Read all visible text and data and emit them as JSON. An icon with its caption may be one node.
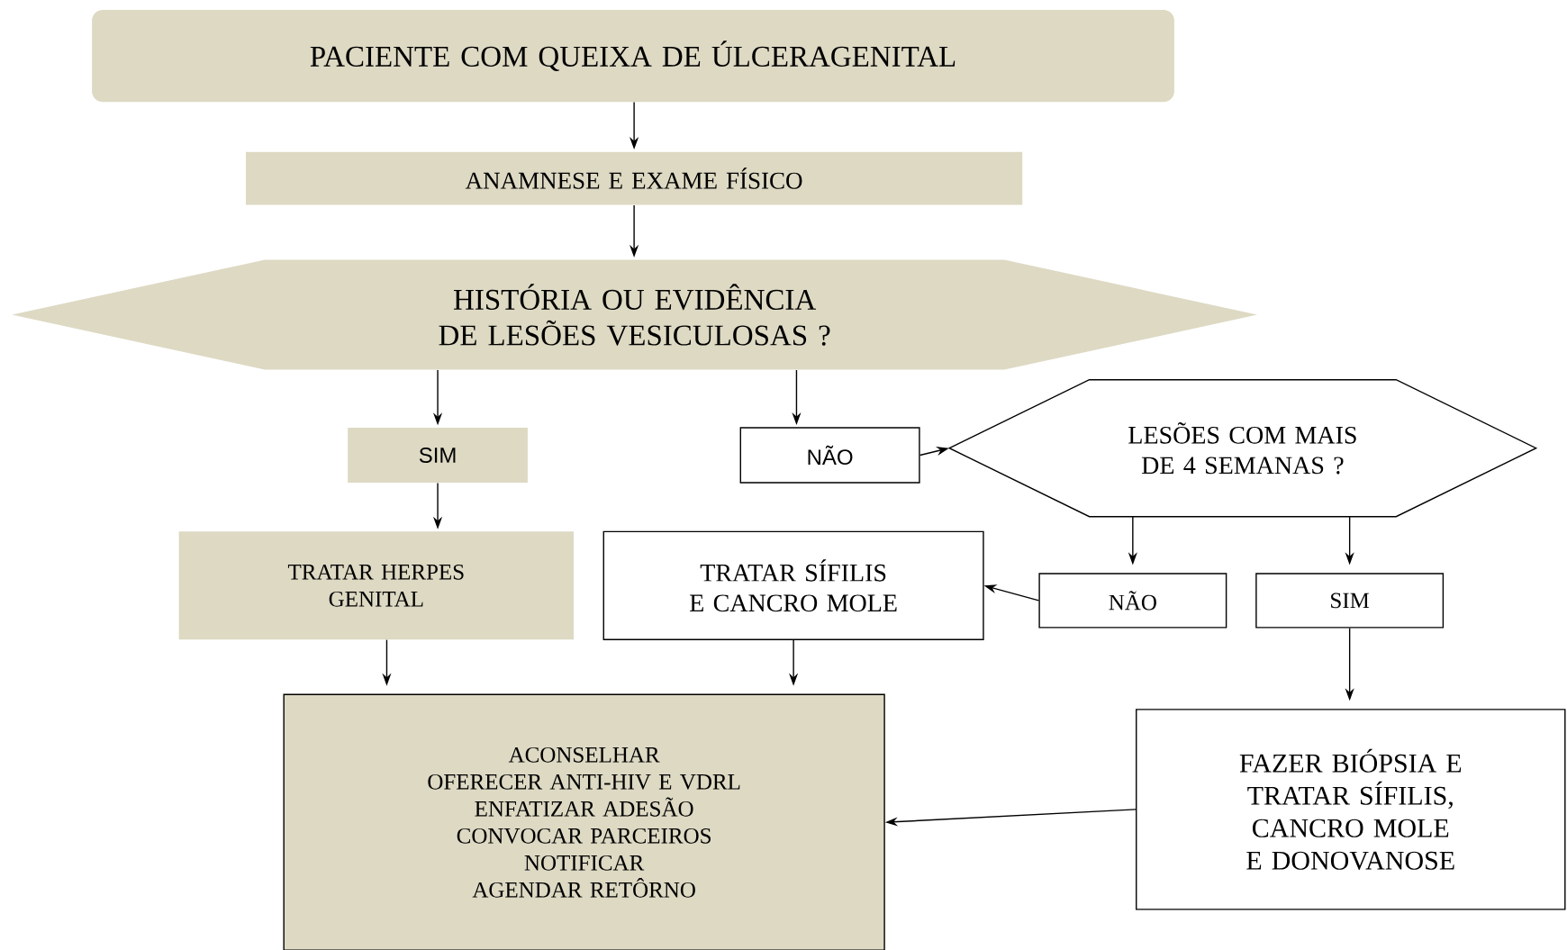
{
  "diagram": {
    "nodes": [
      {
        "text": [
          "PACIENTE COM QUEIXA DE ÚLCERAGENITAL"
        ]
      },
      {
        "text": [
          "ANAMNESE E EXAME FÍSICO"
        ]
      },
      {
        "text": [
          "HISTÓRIA OU EVIDÊNCIA DE LESÕES VESICULOSAS ?"
        ]
      },
      {
        "text": [
          "SIM"
        ]
      },
      {
        "text": [
          "NÃO"
        ]
      },
      {
        "text": [
          "LESÕES COM MAIS DE 4 SEMANAS ?"
        ]
      },
      {
        "text": [
          "TRATAR HERPES GENITAL"
        ]
      },
      {
        "text": [
          "TRATAR SÍFILIS E CANCRO MOLE"
        ]
      },
      {
        "text": [
          "NÃO"
        ]
      },
      {
        "text": [
          "SIM"
        ]
      },
      {
        "text": [
          "ACONSELHAR",
          "OFERECER ANTI-HIV E VDRL",
          "ENFATIZAR ADESÃO",
          "CONVOCAR PARCEIROS",
          "NOTIFICAR",
          "AGENDAR RETÔRNO"
        ]
      },
      {
        "text": [
          "FAZER BIÓPSIA E TRATAR SÍFILIS, CANCRO MOLE E DONOVANOSE"
        ]
      }
    ],
    "edges": [
      {
        "from": 0,
        "to": 1,
        "arrow": "to"
      },
      {
        "from": 1,
        "to": 2,
        "arrow": "to"
      },
      {
        "from": 2,
        "to": 3,
        "arrow": "to"
      },
      {
        "from": 2,
        "to": 4,
        "arrow": "to"
      },
      {
        "from": 3,
        "to": 6,
        "arrow": "to"
      },
      {
        "from": 4,
        "to": 5,
        "arrow": "to"
      },
      {
        "from": 5,
        "to": 8,
        "arrow": "to"
      },
      {
        "from": 5,
        "to": 9,
        "arrow": "to"
      },
      {
        "from": 8,
        "to": 7,
        "arrow": "to"
      },
      {
        "from": 9,
        "to": 11,
        "arrow": "to"
      },
      {
        "from": 6,
        "to": 10,
        "arrow": "to"
      },
      {
        "from": 7,
        "to": 10,
        "arrow": "to"
      },
      {
        "from": 11,
        "to": 10,
        "arrow": "to"
      }
    ]
  }
}
